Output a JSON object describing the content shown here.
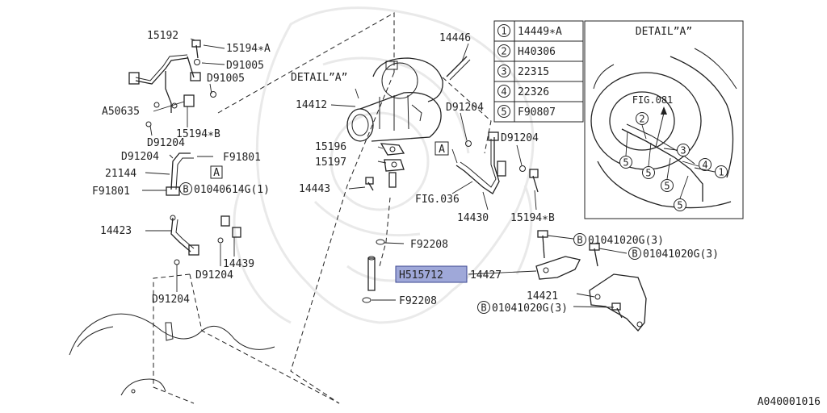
{
  "highlight_color": "#9fa8d9",
  "parts": {
    "p15192": "15192",
    "p15194A": "15194∗A",
    "pD91005a": "D91005",
    "pD91005b": "D91005",
    "pA50635": "A50635",
    "p15194B_left": "15194∗B",
    "pD91204_left1": "D91204",
    "pD91204_left2": "D91204",
    "pF91801a": "F91801",
    "p21144": "21144",
    "pF91801b": "F91801",
    "bolt_01040614G": "01040614G(1)",
    "p14423": "14423",
    "p14439": "14439",
    "pD91204_left3": "D91204",
    "pD91204_left4": "D91204",
    "detailA_label": "DETAIL”A”",
    "p14412": "14412",
    "p14446": "14446",
    "pD91204_mid1": "D91204",
    "pD91204_mid2": "D91204",
    "p15196": "15196",
    "p15197": "15197",
    "p14443": "14443",
    "fig036": "FIG.036",
    "p14430": "14430",
    "p15194B_mid": "15194∗B",
    "pF92208a": "F92208",
    "pH515712": "H515712",
    "p14427": "14427",
    "pF92208b": "F92208",
    "bolt_01041020G_a": "01041020G(3)",
    "bolt_01041020G_b": "01041020G(3)",
    "p14421": "14421",
    "bolt_01041020G_c": "01041020G(3)",
    "box_A": "A",
    "bolt_marker": "B"
  },
  "legend": [
    {
      "num": "1",
      "part": "14449∗A"
    },
    {
      "num": "2",
      "part": "H40306"
    },
    {
      "num": "3",
      "part": "22315"
    },
    {
      "num": "4",
      "part": "22326"
    },
    {
      "num": "5",
      "part": "F90807"
    }
  ],
  "detail": {
    "title": "DETAIL”A”",
    "fig081": "FIG.081",
    "callouts": [
      "1",
      "2",
      "3",
      "4",
      "5"
    ]
  },
  "diagram_id": "A040001016"
}
